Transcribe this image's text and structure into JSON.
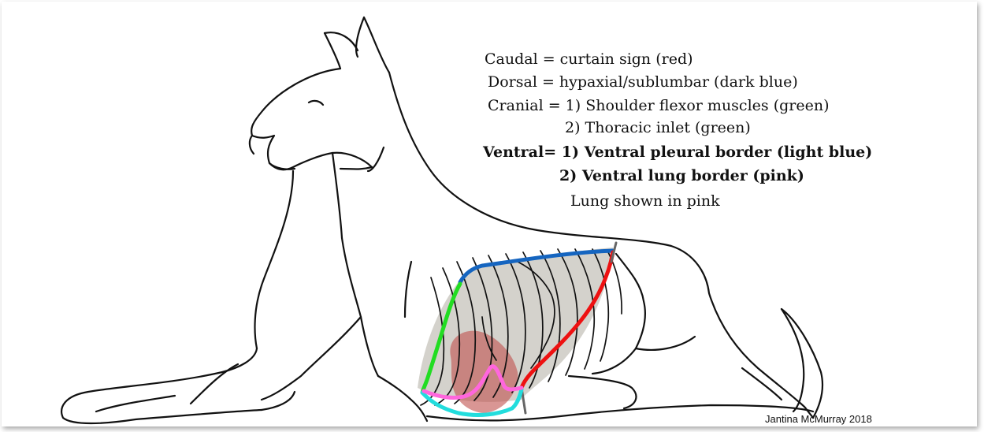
{
  "legend": {
    "caudal": "Caudal = curtain sign (red)",
    "dorsal": "Dorsal = hypaxial/sublumbar (dark blue)",
    "cranial_1": "Cranial = 1) Shoulder flexor muscles (green)",
    "cranial_2": "2) Thoracic inlet (green)",
    "ventral_1": "Ventral= 1)  Ventral pleural border (light blue)",
    "ventral_2": "2) Ventral lung border (pink)",
    "lung_note": "Lung shown in pink"
  },
  "credit": "Jantina McMurray 2018",
  "colors": {
    "caudal_border": "#ee1111",
    "dorsal_border": "#1565c0",
    "cranial_border": "#22dd22",
    "ventral_pleural_border": "#22dddd",
    "ventral_lung_border": "#ff66dd",
    "lung_region": "#d4d2cc",
    "heart": "#c0504d",
    "outline": "#111111"
  }
}
